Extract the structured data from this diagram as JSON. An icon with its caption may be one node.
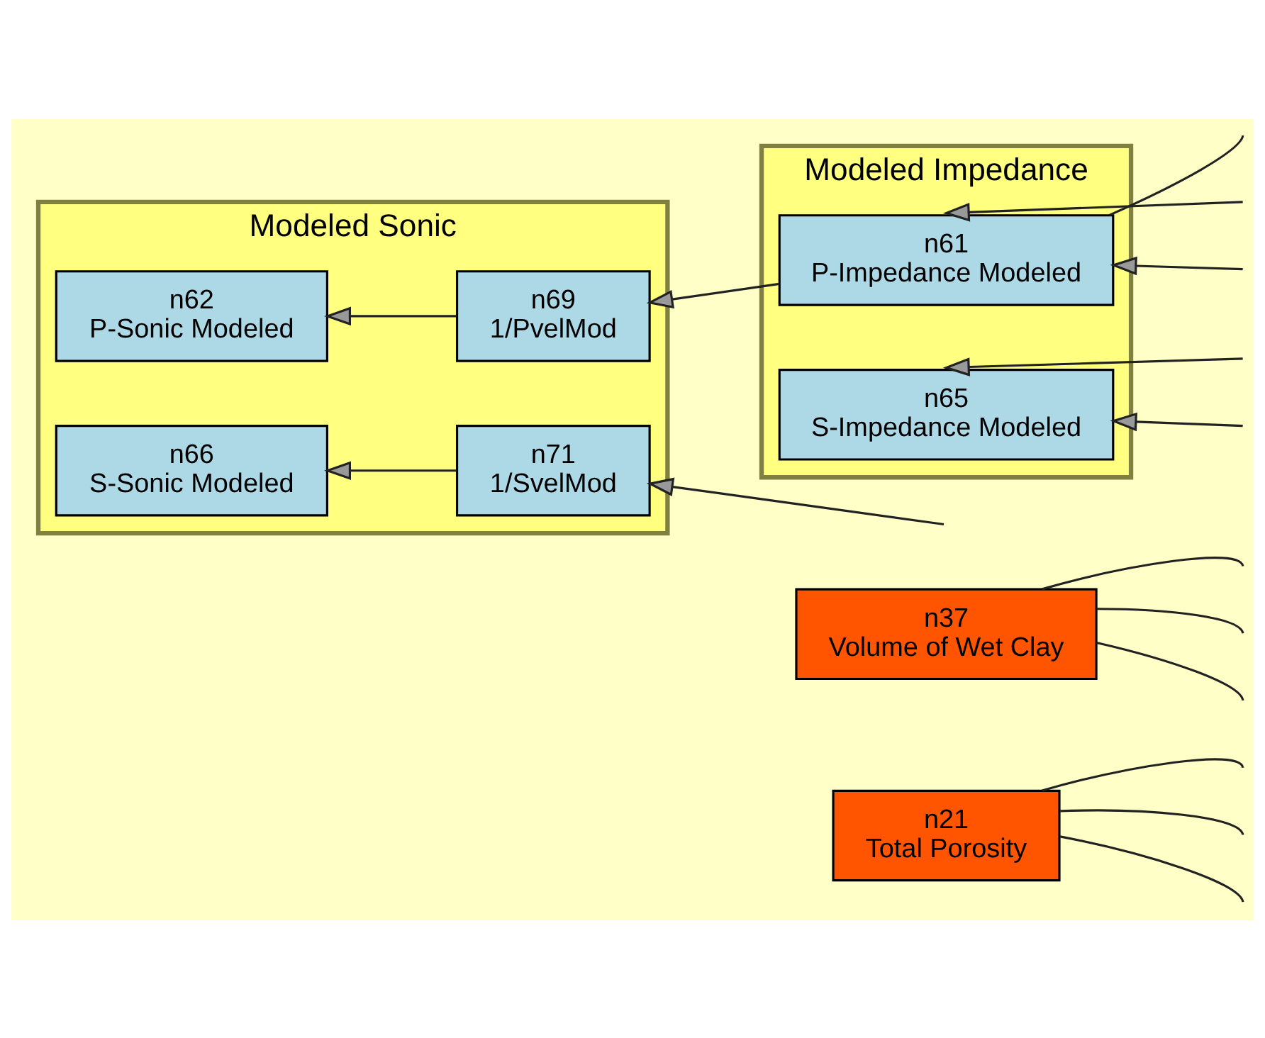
{
  "diagram": {
    "nodes": [
      {
        "text": [
          "n21",
          "Total Porosity"
        ]
      },
      {
        "text": [
          "n37",
          "Volume of Wet Clay"
        ]
      },
      {
        "text": [
          "Modeled Sonic"
        ]
      },
      {
        "text": [
          "n62",
          "P-Sonic Modeled"
        ],
        "in": 2
      },
      {
        "text": [
          "n69",
          "1/PvelMod"
        ],
        "in": 2
      },
      {
        "text": [
          "n66",
          "S-Sonic Modeled"
        ],
        "in": 2
      },
      {
        "text": [
          "n71",
          "1/SvelMod"
        ],
        "in": 2
      },
      {
        "text": [
          "Modeled Impedance"
        ]
      },
      {
        "text": [
          "n61",
          "P-Impedance Modeled"
        ],
        "in": 7
      },
      {
        "text": [
          "n65",
          "S-Impedance Modeled"
        ],
        "in": 7
      }
    ],
    "edges": [
      {
        "from": 0,
        "to": null,
        "arrow": "none"
      },
      {
        "from": 0,
        "to": null,
        "arrow": "none"
      },
      {
        "from": 0,
        "to": null,
        "arrow": "none"
      },
      {
        "from": 1,
        "to": null,
        "arrow": "none"
      },
      {
        "from": 1,
        "to": null,
        "arrow": "none"
      },
      {
        "from": 1,
        "to": null,
        "arrow": "none"
      },
      {
        "from": null,
        "to": 8,
        "arrow": "to"
      },
      {
        "from": 8,
        "to": null,
        "arrow": "none"
      },
      {
        "from": null,
        "to": 8,
        "arrow": "to"
      },
      {
        "from": null,
        "to": 9,
        "arrow": "to"
      },
      {
        "from": null,
        "to": 9,
        "arrow": "to"
      },
      {
        "from": 8,
        "to": 4,
        "arrow": "to"
      },
      {
        "from": null,
        "to": 6,
        "arrow": "to"
      },
      {
        "from": 4,
        "to": 3,
        "arrow": "to"
      },
      {
        "from": 6,
        "to": 5,
        "arrow": "to"
      }
    ]
  }
}
